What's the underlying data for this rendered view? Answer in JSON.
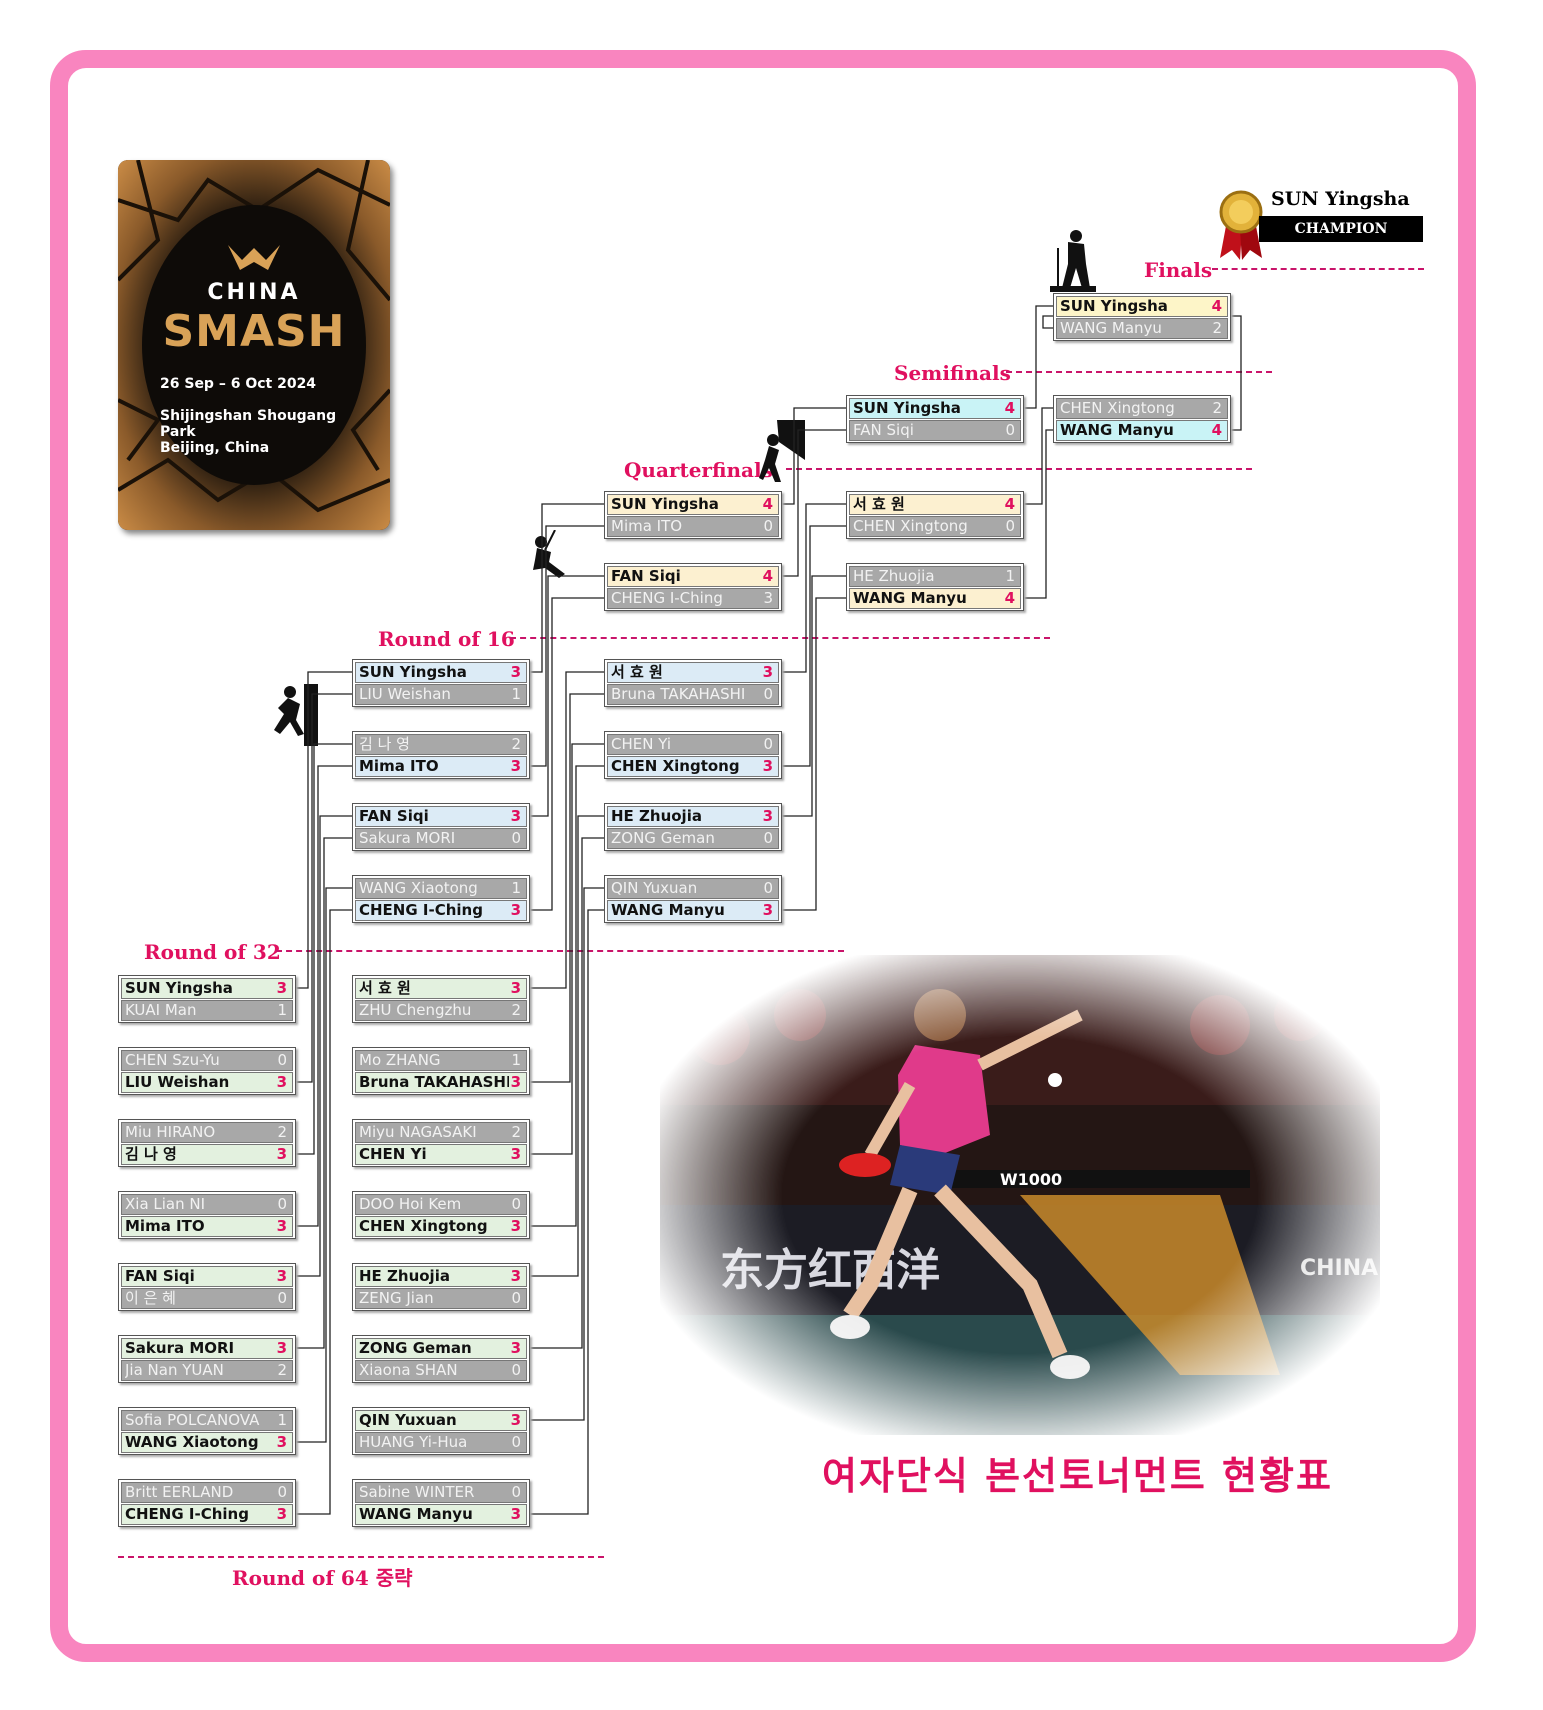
{
  "event": {
    "brand_line1": "CHINA",
    "brand_line2": "SMASH",
    "dates": "26 Sep – 6 Oct 2024",
    "venue_line1": "Shijingshan Shougang Park",
    "venue_line2": "Beijing, China"
  },
  "champion": {
    "name": "SUN Yingsha",
    "label": "CHAMPION"
  },
  "rounds": {
    "r32": "Round of 32",
    "r16": "Round of 16",
    "qf": "Quarterfinals",
    "sf": "Semifinals",
    "f": "Finals",
    "r64": "Round of 64  중략"
  },
  "title": "여자단식 본선토너먼트 현황표",
  "photo": {
    "sign_text": "东方红西洋",
    "board_text": "W1000",
    "corner_text": "CHINA"
  },
  "colors": {
    "frame": "#f985bf",
    "accent": "#e0105f",
    "loser_row": "#a8a8a8"
  },
  "matches": {
    "r32": [
      {
        "p1": "SUN Yingsha",
        "s1": "3",
        "p2": "KUAI Man",
        "s2": "1",
        "w": 0
      },
      {
        "p1": "CHEN Szu-Yu",
        "s1": "0",
        "p2": "LIU Weishan",
        "s2": "3",
        "w": 1
      },
      {
        "p1": "Miu HIRANO",
        "s1": "2",
        "p2": "김  나  영",
        "s2": "3",
        "w": 1
      },
      {
        "p1": "Xia Lian NI",
        "s1": "0",
        "p2": "Mima ITO",
        "s2": "3",
        "w": 1
      },
      {
        "p1": "FAN Siqi",
        "s1": "3",
        "p2": "이  은  혜",
        "s2": "0",
        "w": 0
      },
      {
        "p1": "Sakura MORI",
        "s1": "3",
        "p2": "Jia Nan YUAN",
        "s2": "2",
        "w": 0
      },
      {
        "p1": "Sofia POLCANOVA",
        "s1": "1",
        "p2": "WANG Xiaotong",
        "s2": "3",
        "w": 1
      },
      {
        "p1": "Britt EERLAND",
        "s1": "0",
        "p2": "CHENG I-Ching",
        "s2": "3",
        "w": 1
      },
      {
        "p1": "서  효  원",
        "s1": "3",
        "p2": "ZHU Chengzhu",
        "s2": "2",
        "w": 0
      },
      {
        "p1": "Mo ZHANG",
        "s1": "1",
        "p2": "Bruna TAKAHASHI",
        "s2": "3",
        "w": 1
      },
      {
        "p1": "Miyu NAGASAKI",
        "s1": "2",
        "p2": "CHEN Yi",
        "s2": "3",
        "w": 1
      },
      {
        "p1": "DOO Hoi Kem",
        "s1": "0",
        "p2": "CHEN Xingtong",
        "s2": "3",
        "w": 1
      },
      {
        "p1": "HE Zhuojia",
        "s1": "3",
        "p2": "ZENG Jian",
        "s2": "0",
        "w": 0
      },
      {
        "p1": "ZONG Geman",
        "s1": "3",
        "p2": "Xiaona SHAN",
        "s2": "0",
        "w": 0
      },
      {
        "p1": "QIN Yuxuan",
        "s1": "3",
        "p2": "HUANG Yi-Hua",
        "s2": "0",
        "w": 0
      },
      {
        "p1": "Sabine WINTER",
        "s1": "0",
        "p2": "WANG Manyu",
        "s2": "3",
        "w": 1
      }
    ],
    "r16": [
      {
        "p1": "SUN Yingsha",
        "s1": "3",
        "p2": "LIU Weishan",
        "s2": "1",
        "w": 0
      },
      {
        "p1": "김  나  영",
        "s1": "2",
        "p2": "Mima ITO",
        "s2": "3",
        "w": 1
      },
      {
        "p1": "FAN Siqi",
        "s1": "3",
        "p2": "Sakura MORI",
        "s2": "0",
        "w": 0
      },
      {
        "p1": "WANG Xiaotong",
        "s1": "1",
        "p2": "CHENG I-Ching",
        "s2": "3",
        "w": 1
      },
      {
        "p1": "서  효  원",
        "s1": "3",
        "p2": "Bruna TAKAHASHI",
        "s2": "0",
        "w": 0
      },
      {
        "p1": "CHEN Yi",
        "s1": "0",
        "p2": "CHEN Xingtong",
        "s2": "3",
        "w": 1
      },
      {
        "p1": "HE Zhuojia",
        "s1": "3",
        "p2": "ZONG Geman",
        "s2": "0",
        "w": 0
      },
      {
        "p1": "QIN Yuxuan",
        "s1": "0",
        "p2": "WANG Manyu",
        "s2": "3",
        "w": 1
      }
    ],
    "qf": [
      {
        "p1": "SUN Yingsha",
        "s1": "4",
        "p2": "Mima ITO",
        "s2": "0",
        "w": 0
      },
      {
        "p1": "FAN Siqi",
        "s1": "4",
        "p2": "CHENG I-Ching",
        "s2": "3",
        "w": 0
      },
      {
        "p1": "서  효  원",
        "s1": "4",
        "p2": "CHEN Xingtong",
        "s2": "0",
        "w": 0
      },
      {
        "p1": "HE Zhuojia",
        "s1": "1",
        "p2": "WANG Manyu",
        "s2": "4",
        "w": 1
      }
    ],
    "sf": [
      {
        "p1": "SUN Yingsha",
        "s1": "4",
        "p2": "FAN Siqi",
        "s2": "0",
        "w": 0
      },
      {
        "p1": "CHEN Xingtong",
        "s1": "2",
        "p2": "WANG Manyu",
        "s2": "4",
        "w": 1
      }
    ],
    "f": [
      {
        "p1": "SUN Yingsha",
        "s1": "4",
        "p2": "WANG Manyu",
        "s2": "2",
        "w": 0
      }
    ]
  }
}
